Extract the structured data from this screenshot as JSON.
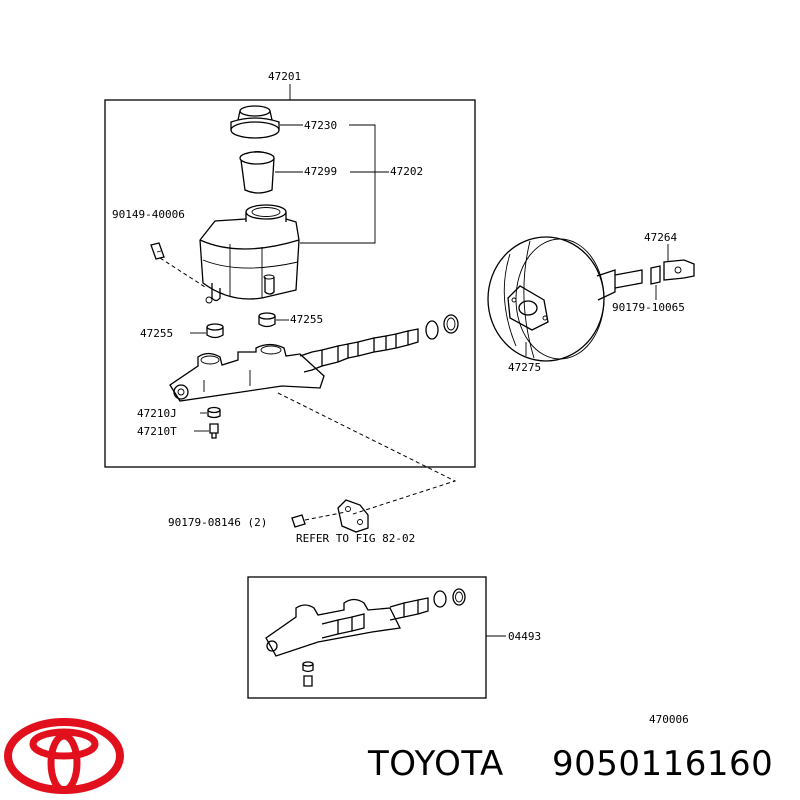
{
  "labels": {
    "assembly_main": "47201",
    "reservoir_cap": "47230",
    "strainer": "47299",
    "reservoir": "47202",
    "bolt": "90149-40006",
    "grommet_left": "47255",
    "grommet_right": "47255",
    "bleeder_j": "47210J",
    "bleeder_t": "47210T",
    "booster_fork": "47264",
    "booster_nut": "90179-10065",
    "booster": "47275",
    "nut_qty": "90179-08146 (2)",
    "refer_note": "REFER TO FIG 82-02",
    "kit": "04493",
    "figure_id": "470006"
  },
  "brand": {
    "name": "TOYOTA",
    "part_number": "9050116160",
    "logo_color": "#e2101c"
  }
}
